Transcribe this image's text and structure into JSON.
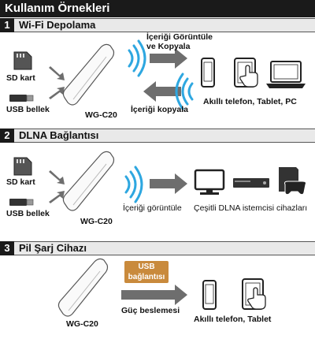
{
  "title": "Kullanım Örnekleri",
  "sections": [
    {
      "number": "1",
      "title": "Wi-Fi Depolama",
      "sd_label": "SD kart",
      "usb_label": "USB bellek",
      "device_label": "WG-C20",
      "arrow_out_label": "İçeriği Görüntüle ve Kopyala",
      "arrow_in_label": "İçeriği kopyala",
      "targets_label": "Akıllı telefon, Tablet, PC"
    },
    {
      "number": "2",
      "title": "DLNA Bağlantısı",
      "sd_label": "SD kart",
      "usb_label": "USB bellek",
      "device_label": "WG-C20",
      "arrow_label": "İçeriği görüntüle",
      "targets_label": "Çeşitli DLNA istemcisi cihazları"
    },
    {
      "number": "3",
      "title": "Pil Şarj Cihazı",
      "badge": "USB bağlantısı",
      "device_label": "WG-C20",
      "arrow_label": "Güç beslemesi",
      "targets_label": "Akıllı telefon, Tablet"
    }
  ],
  "colors": {
    "accent": "#2ea7e0",
    "arrow": "#6e6e6e",
    "badge": "#c98a3c",
    "dark": "#1a1a1a"
  }
}
